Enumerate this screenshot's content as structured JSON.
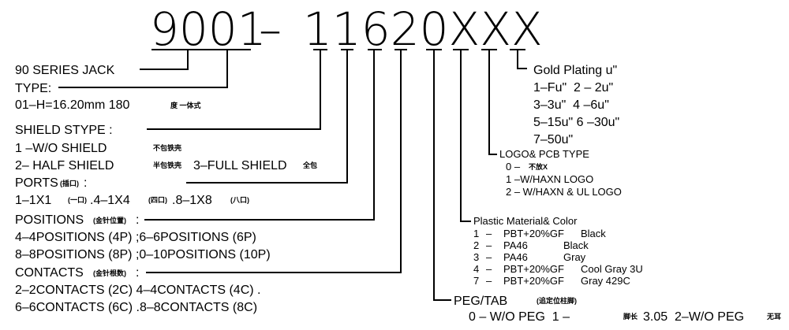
{
  "part_number": {
    "base": "9001",
    "dash": "–",
    "code": "11620XXX"
  },
  "left": {
    "series": {
      "title": "90 SERIES JACK"
    },
    "type": {
      "title": "TYPE:",
      "value": "01–H=16.20mm 180",
      "note": "度 一体式"
    },
    "shield": {
      "title": "SHIELD STYPE :",
      "line1": "1 –W/O SHIELD",
      "line1_cn": "不包铁壳",
      "line2a": "2– HALF SHIELD",
      "line2a_cn": "半包铁壳",
      "line2b": "3–FULL SHIELD",
      "line2b_cn": "全包"
    },
    "ports": {
      "title": "PORTS",
      "title_cn": "(插口)",
      "title_suffix": ":",
      "line": [
        {
          "text": "1–1X1",
          "cn": "(一口)"
        },
        {
          "text": ".4–1X4",
          "cn": "(四口)"
        },
        {
          "text": ".8–1X8",
          "cn": "(八口)"
        }
      ]
    },
    "positions": {
      "title": "POSITIONS",
      "title_cn": "(金针位置)",
      "title_suffix": ":",
      "line1": "4–4POSITIONS (4P) ;6–6POSITIONS (6P)",
      "line2": "8–8POSITIONS (8P) ;0–10POSITIONS (10P)"
    },
    "contacts": {
      "title": "CONTACTS",
      "title_cn": "(金针根数)",
      "title_suffix": ":",
      "line1": "2–2CONTACTS (2C) 4–4CONTACTS (4C) .",
      "line2": "6–6CONTACTS (6C) .8–8CONTACTS (8C)"
    }
  },
  "right": {
    "gold": {
      "title": "Gold Plating u\"",
      "lines": [
        "1–Fu\"  2 – 2u\"",
        "3–3u\"  4 –6u\"",
        "5–15u\" 6 –30u\"",
        "7–50u\""
      ]
    },
    "logo": {
      "title": "LOGO& PCB TYPE",
      "line0": "0 –",
      "line0_cn": "不放X",
      "line1": "1 –W/HAXN LOGO",
      "line2": "2 – W/HAXN & UL LOGO"
    },
    "plastic": {
      "title": "Plastic Material& Color",
      "rows": [
        {
          "code": "1",
          "material": "PBT+20%GF",
          "color": "Black"
        },
        {
          "code": "2",
          "material": "PA46",
          "color": "Black"
        },
        {
          "code": "3",
          "material": "PA46",
          "color": "Gray"
        },
        {
          "code": "4",
          "material": "PBT+20%GF",
          "color": "Cool Gray 3U"
        },
        {
          "code": "7",
          "material": "PBT+20%GF",
          "color": "Gray 429C"
        }
      ]
    },
    "peg": {
      "title": "PEG/TAB",
      "title_cn": "(追定位柱脚)",
      "line_a": "0 – W/O PEG  1 –",
      "line_a_cn": "脚长",
      "line_b": "3.05  2–W/O PEG",
      "line_b_cn": "无耳"
    }
  }
}
